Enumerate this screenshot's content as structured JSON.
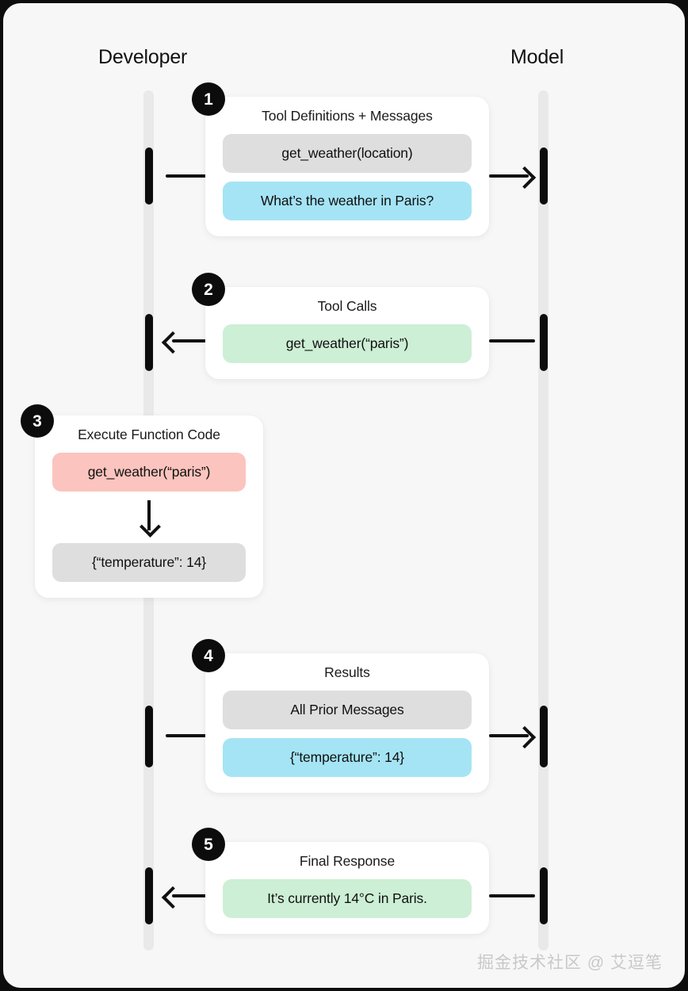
{
  "columns": {
    "developer": "Developer",
    "model": "Model"
  },
  "steps": [
    {
      "number": "1",
      "title": "Tool Definitions + Messages",
      "pills": [
        {
          "text": "get_weather(location)",
          "color": "#dedede"
        },
        {
          "text": "What’s the weather in Paris?",
          "color": "#a5e4f5"
        }
      ],
      "direction": "right"
    },
    {
      "number": "2",
      "title": "Tool Calls",
      "pills": [
        {
          "text": "get_weather(“paris”)",
          "color": "#cdefd5"
        }
      ],
      "direction": "left"
    },
    {
      "number": "3",
      "title": "Execute Function Code",
      "pills": [
        {
          "text": "get_weather(“paris”)",
          "color": "#fbc4be"
        },
        {
          "text": "{“temperature”: 14}",
          "color": "#dedede"
        }
      ],
      "direction": "self"
    },
    {
      "number": "4",
      "title": "Results",
      "pills": [
        {
          "text": "All Prior Messages",
          "color": "#dedede"
        },
        {
          "text": "{“temperature”: 14}",
          "color": "#a5e4f5"
        }
      ],
      "direction": "right"
    },
    {
      "number": "5",
      "title": "Final Response",
      "pills": [
        {
          "text": "It’s currently 14°C in Paris.",
          "color": "#cdefd5"
        }
      ],
      "direction": "left"
    }
  ],
  "watermark": "掘金技术社区 @ 艾逗笔",
  "colors": {
    "canvas": "#f7f7f7",
    "backdrop": "#0d0d0d",
    "lifeline": "#e9e9e9",
    "activation": "#0c0c0c",
    "gray_pill": "#dedede",
    "blue_pill": "#a5e4f5",
    "green_pill": "#cdefd5",
    "pink_pill": "#fbc4be"
  }
}
